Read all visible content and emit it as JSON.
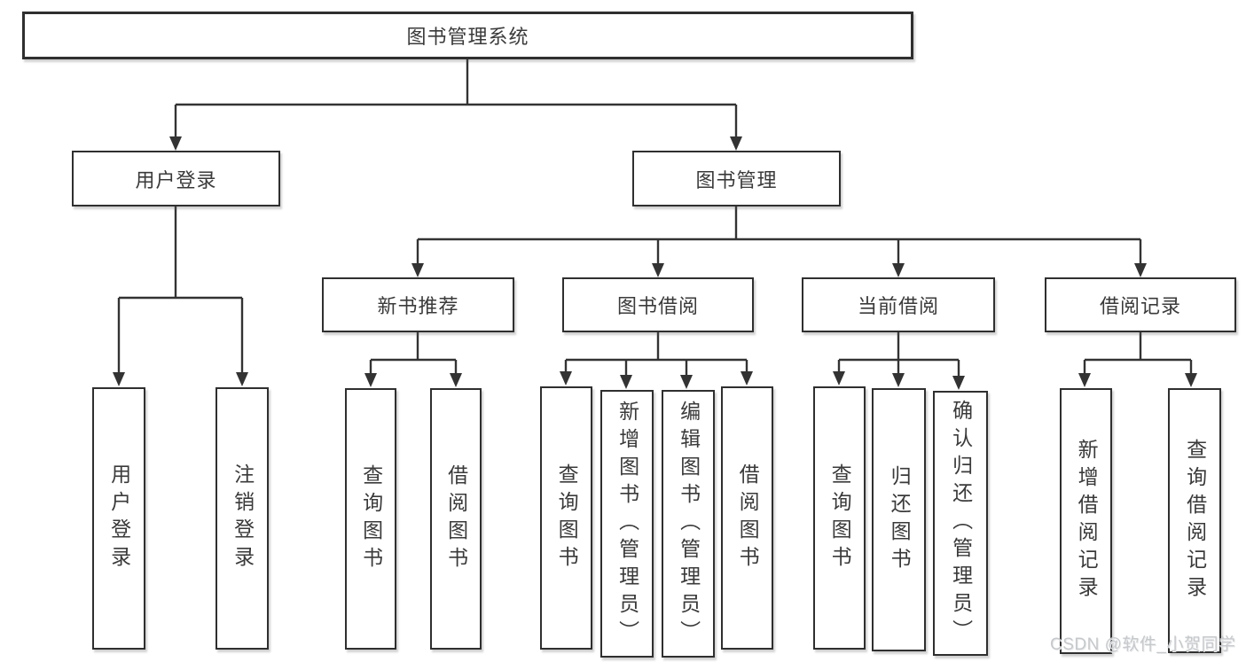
{
  "diagram": {
    "type": "function-structure-tree",
    "root_label": "图书管理系统",
    "branches": {
      "user_login": {
        "label": "用户登录",
        "children": [
          "用户登录",
          "注销登录"
        ]
      },
      "book_management": {
        "label": "图书管理",
        "sections": {
          "new_book_recommend": {
            "label": "新书推荐",
            "children": [
              "查询图书",
              "借阅图书"
            ]
          },
          "book_borrowing": {
            "label": "图书借阅",
            "children": [
              "查询图书",
              "新增图书（管理员）",
              "编辑图书（管理员）",
              "借阅图书"
            ]
          },
          "current_borrowing": {
            "label": "当前借阅",
            "children": [
              "查询图书",
              "归还图书",
              "确认归还（管理员）"
            ]
          },
          "borrowing_records": {
            "label": "借阅记录",
            "children": [
              "新增借阅记录",
              "查询借阅记录"
            ]
          }
        }
      }
    },
    "watermark": "CSDN @软件_小贺同学",
    "colors": {
      "line": "#333333",
      "box_border": "#2f2f2f",
      "box_fill": "#ffffff",
      "text": "#3a3a3a",
      "watermark": "#c6c9cc",
      "background": "#ffffff"
    }
  }
}
